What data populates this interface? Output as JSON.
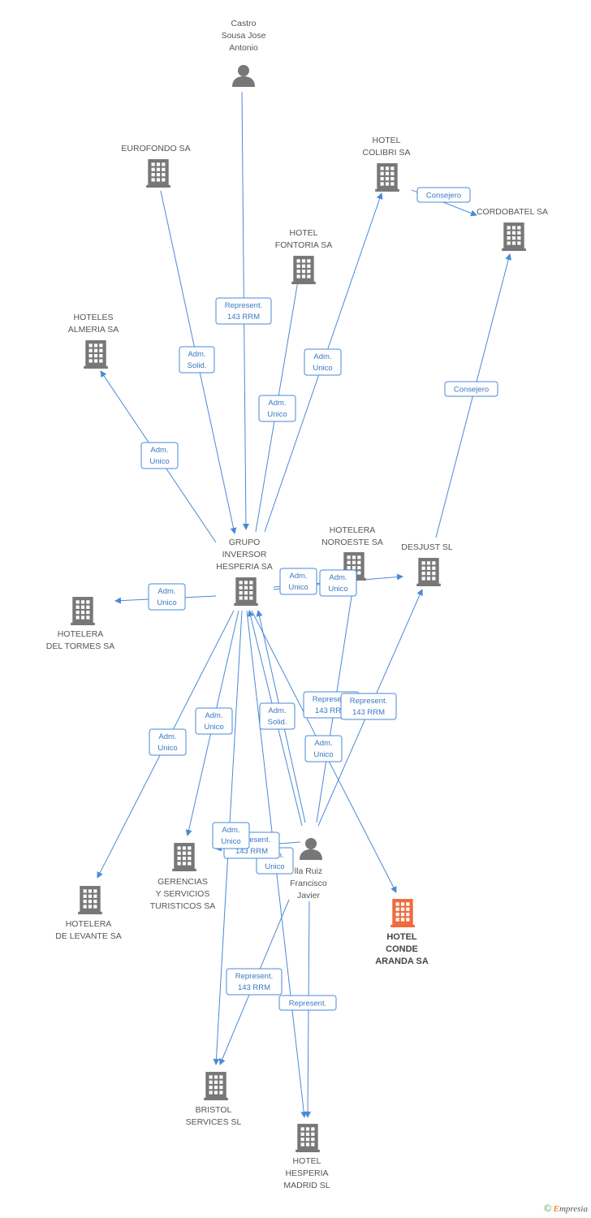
{
  "colors": {
    "edge": "#4a8ad6",
    "building": "#777777",
    "focus_building": "#f26a3d",
    "person": "#777777",
    "label_text": "#555555",
    "edge_label_text": "#3a78c2"
  },
  "nodes": [
    {
      "id": "castro",
      "kind": "person",
      "icon": "person-icon",
      "lines": [
        "Castro",
        "Sousa Jose",
        "Antonio"
      ]
    },
    {
      "id": "eurofondo",
      "kind": "company",
      "icon": "building-icon",
      "lines": [
        "EUROFONDO SA"
      ]
    },
    {
      "id": "colibri",
      "kind": "company",
      "icon": "building-icon",
      "lines": [
        "HOTEL",
        "COLIBRI SA"
      ]
    },
    {
      "id": "cordobatel",
      "kind": "company",
      "icon": "building-icon",
      "lines": [
        "CORDOBATEL SA"
      ]
    },
    {
      "id": "fontoria",
      "kind": "company",
      "icon": "building-icon",
      "lines": [
        "HOTEL",
        "FONTORIA SA"
      ]
    },
    {
      "id": "almeria",
      "kind": "company",
      "icon": "building-icon",
      "lines": [
        "HOTELES",
        "ALMERIA SA"
      ]
    },
    {
      "id": "grupo",
      "kind": "company",
      "icon": "building-icon",
      "lines": [
        "GRUPO",
        "INVERSOR",
        "HESPERIA SA"
      ]
    },
    {
      "id": "noroeste",
      "kind": "company",
      "icon": "building-icon",
      "lines": [
        "HOTELERA",
        "NOROESTE SA"
      ]
    },
    {
      "id": "desjust",
      "kind": "company",
      "icon": "building-icon",
      "lines": [
        "DESJUST SL"
      ]
    },
    {
      "id": "tormes",
      "kind": "company",
      "icon": "building-icon",
      "lines": [
        "HOTELERA",
        "DEL TORMES SA"
      ]
    },
    {
      "id": "gerencias",
      "kind": "company",
      "icon": "building-icon",
      "lines": [
        "GERENCIAS",
        "Y SERVICIOS",
        "TURISTICOS SA"
      ]
    },
    {
      "id": "levante",
      "kind": "company",
      "icon": "building-icon",
      "lines": [
        "HOTELERA",
        "DE LEVANTE SA"
      ]
    },
    {
      "id": "francisco",
      "kind": "person",
      "icon": "person-icon",
      "lines": [
        "lla Ruiz",
        "Francisco",
        "Javier"
      ]
    },
    {
      "id": "conde",
      "kind": "focus",
      "icon": "building-icon",
      "lines": [
        "HOTEL",
        "CONDE",
        "ARANDA SA"
      ]
    },
    {
      "id": "bristol",
      "kind": "company",
      "icon": "building-icon",
      "lines": [
        "BRISTOL",
        "SERVICES SL"
      ]
    },
    {
      "id": "madrid",
      "kind": "company",
      "icon": "building-icon",
      "lines": [
        "HOTEL",
        "HESPERIA",
        "MADRID SL"
      ]
    }
  ],
  "edges": [
    {
      "from": "castro",
      "to": "grupo"
    },
    {
      "from": "eurofondo",
      "to": "grupo"
    },
    {
      "from": "grupo",
      "to": "fontoria"
    },
    {
      "from": "grupo",
      "to": "colibri"
    },
    {
      "from": "grupo",
      "to": "almeria"
    },
    {
      "from": "colibri",
      "to": "cordobatel"
    },
    {
      "from": "desjust",
      "to": "cordobatel"
    },
    {
      "from": "grupo",
      "to": "tormes"
    },
    {
      "from": "grupo",
      "to": "noroeste"
    },
    {
      "from": "grupo",
      "to": "desjust"
    },
    {
      "from": "grupo",
      "to": "levante"
    },
    {
      "from": "grupo",
      "to": "gerencias"
    },
    {
      "from": "grupo",
      "to": "bristol"
    },
    {
      "from": "grupo",
      "to": "madrid"
    },
    {
      "from": "grupo",
      "to": "conde"
    },
    {
      "from": "francisco",
      "to": "grupo"
    },
    {
      "from": "francisco",
      "to": "grupo"
    },
    {
      "from": "francisco",
      "to": "noroeste"
    },
    {
      "from": "francisco",
      "to": "desjust"
    },
    {
      "from": "francisco",
      "to": "gerencias"
    },
    {
      "from": "francisco",
      "to": "bristol"
    },
    {
      "from": "francisco",
      "to": "madrid"
    }
  ],
  "edge_labels": [
    {
      "lines": [
        "Represent.",
        "143 RRM"
      ]
    },
    {
      "lines": [
        "Adm.",
        "Solid."
      ]
    },
    {
      "lines": [
        "Adm.",
        "Unico"
      ]
    },
    {
      "lines": [
        "Adm.",
        "Unico"
      ]
    },
    {
      "lines": [
        "Adm.",
        "Unico"
      ]
    },
    {
      "lines": [
        "Consejero"
      ]
    },
    {
      "lines": [
        "Consejero"
      ]
    },
    {
      "lines": [
        "Adm.",
        "Unico"
      ]
    },
    {
      "lines": [
        "Adm.",
        "Unico"
      ]
    },
    {
      "lines": [
        "Adm.",
        "Unico"
      ]
    },
    {
      "lines": [
        "Adm.",
        "Unico"
      ]
    },
    {
      "lines": [
        "Adm.",
        "Unico"
      ]
    },
    {
      "lines": [
        "Adm.",
        "Solid."
      ]
    },
    {
      "lines": [
        "Adm.",
        "Unico"
      ]
    },
    {
      "lines": [
        "Represent.",
        "143 RRM"
      ]
    },
    {
      "lines": [
        "Represent.",
        "143 RRM"
      ]
    },
    {
      "lines": [
        "Adm.",
        "Unico"
      ]
    },
    {
      "lines": [
        "Represent.",
        "143 RRM"
      ]
    },
    {
      "lines": [
        "Adm.",
        "Unico"
      ]
    },
    {
      "lines": [
        "Represent.",
        "143 RRM"
      ]
    },
    {
      "lines": [
        "Represent."
      ]
    }
  ],
  "footer": {
    "copyright": "©",
    "brand_first": "E",
    "brand_rest": "mpresia"
  }
}
